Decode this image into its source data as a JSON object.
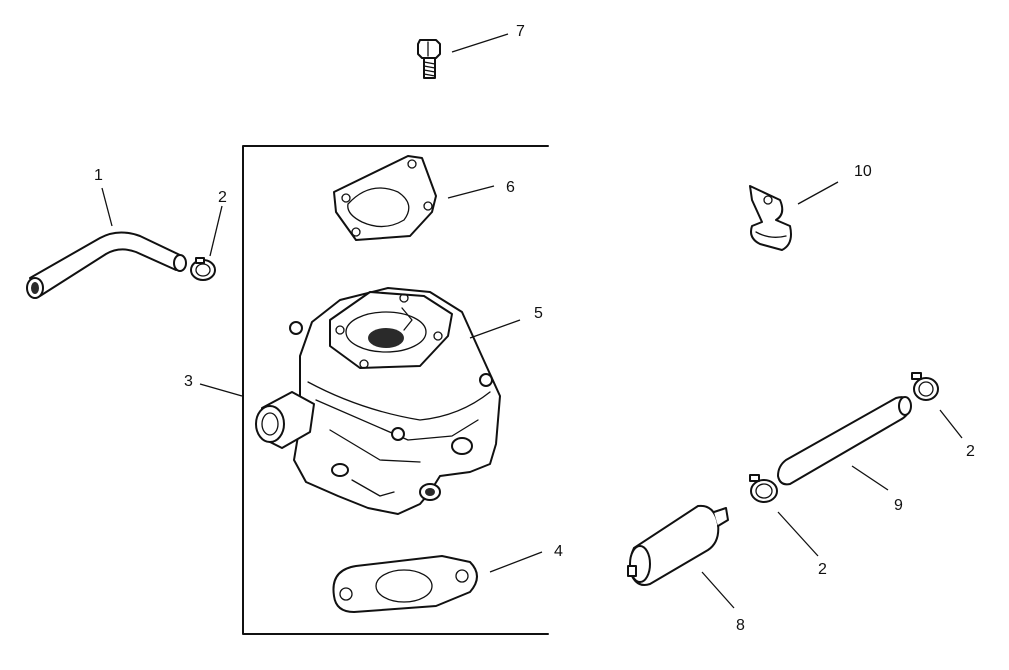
{
  "diagram": {
    "callouts": [
      {
        "id": "1",
        "label": "1"
      },
      {
        "id": "2a",
        "label": "2"
      },
      {
        "id": "3",
        "label": "3"
      },
      {
        "id": "4",
        "label": "4"
      },
      {
        "id": "5",
        "label": "5"
      },
      {
        "id": "6",
        "label": "6"
      },
      {
        "id": "7",
        "label": "7"
      },
      {
        "id": "8",
        "label": "8"
      },
      {
        "id": "9",
        "label": "9"
      },
      {
        "id": "10",
        "label": "10"
      },
      {
        "id": "2b",
        "label": "2"
      },
      {
        "id": "2c",
        "label": "2"
      }
    ]
  }
}
